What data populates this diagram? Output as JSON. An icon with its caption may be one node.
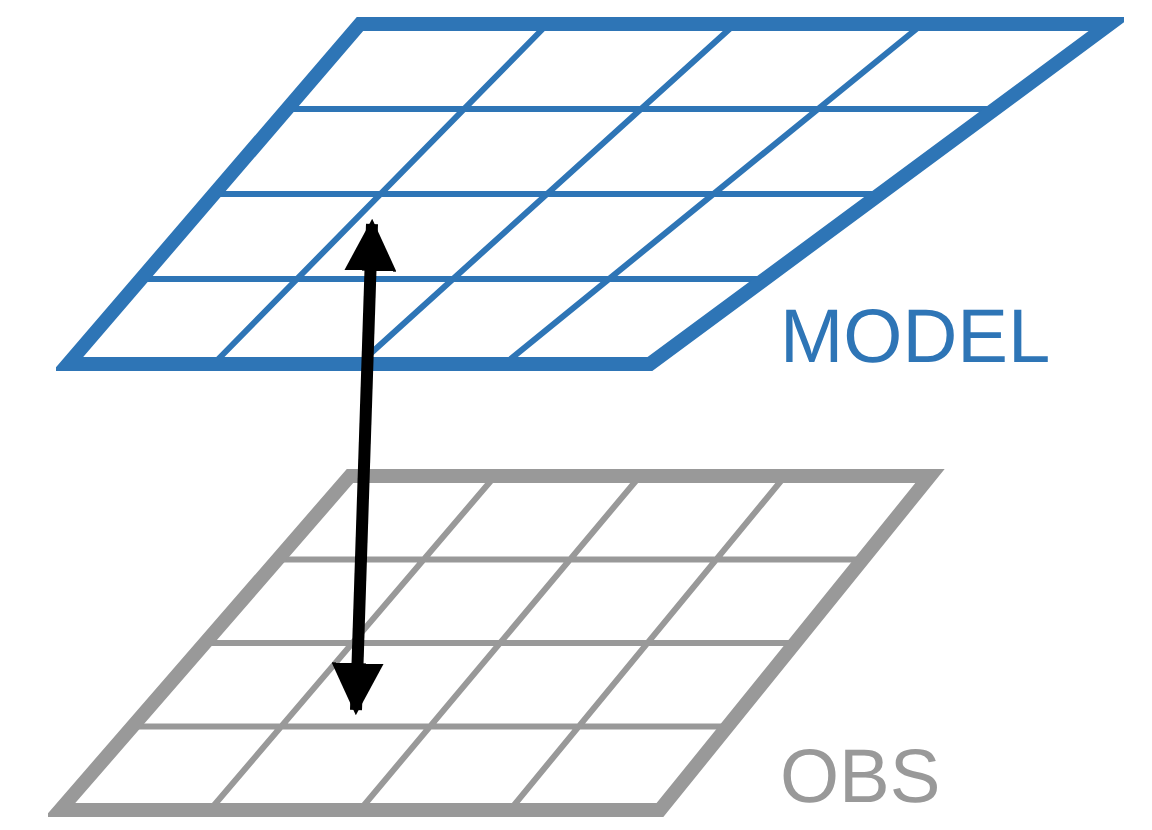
{
  "diagram": {
    "nodes": [
      {
        "text": [],
        "shape": "grid",
        "beside": [
          "MODEL"
        ]
      },
      {
        "text": [],
        "shape": "grid",
        "beside": [
          "OBS"
        ]
      }
    ],
    "edges": [
      {
        "from": 0,
        "to": 1,
        "arrow": "both"
      }
    ]
  }
}
